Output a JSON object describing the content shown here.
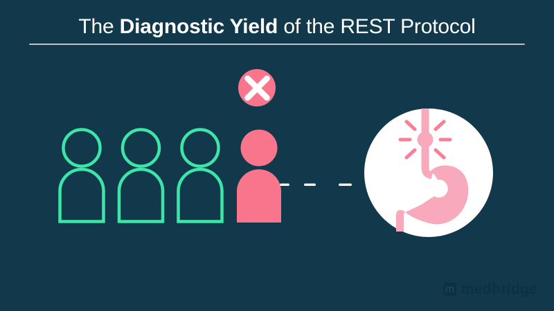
{
  "title": {
    "prefix": "The ",
    "emphasis": "Diagnostic Yield",
    "suffix": " of the REST Protocol"
  },
  "colors": {
    "background": "#12384C",
    "teal": "#3EE5A8",
    "pink": "#F9758C",
    "light_pink": "#F9A9BC",
    "burst_pink": "#F87F94",
    "white": "#FFFFFF",
    "divider": "#C7D0D5",
    "watermark": "#0C3142"
  },
  "figures": {
    "outlined_people_count": 3,
    "highlighted_people_count": 1,
    "people_icons": [
      "person-icon",
      "person-icon",
      "person-icon",
      "person-icon"
    ],
    "badge_icon": "x-mark-icon",
    "target_icon": "stomach-icon"
  },
  "connector": {
    "style": "dashed",
    "dash_count": 3
  },
  "footer": {
    "brand": "medbridge"
  }
}
